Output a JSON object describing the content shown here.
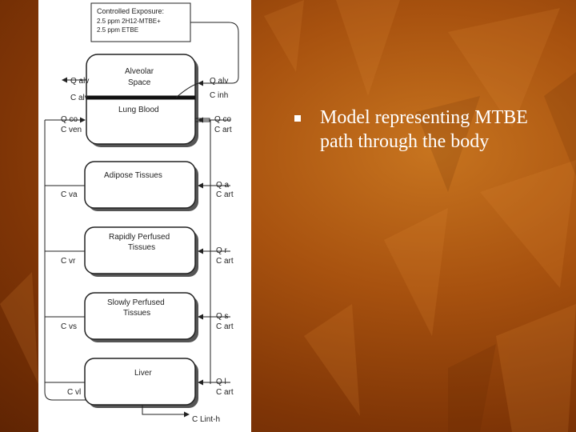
{
  "colors": {
    "background": "#a8520f",
    "diagram_bg": "#ffffff",
    "bullet_text": "#ffffff"
  },
  "diagram": {
    "exposure_box": {
      "title": "Controlled Exposure:",
      "line1": "2.5 ppm 2H12-MTBE+",
      "line2": "2.5 ppm ETBE"
    },
    "compartments": {
      "alveolar": "Alveolar",
      "space": "Space",
      "lung_blood": "Lung Blood",
      "adipose": "Adipose Tissues",
      "rapid_1": "Rapidly Perfused",
      "rapid_2": "Tissues",
      "slow_1": "Slowly Perfused",
      "slow_2": "Tissues",
      "liver": "Liver"
    },
    "labels": {
      "q_alv_left": "Q alv",
      "c_alv": "C alv",
      "q_alv_right": "Q alv",
      "c_inh": "C inh",
      "q_co_left": "Q co",
      "c_ven": "C ven",
      "q_co_right": "Q co",
      "c_art_lung": "C art",
      "c_va": "C va",
      "q_a": "Q a",
      "c_art_a": "C art",
      "c_vr": "C vr",
      "q_r": "Q r",
      "c_art_r": "C art",
      "c_vs": "C vs",
      "q_s": "Q s",
      "c_art_s": "C art",
      "c_vl": "C vl",
      "q_l": "Q l",
      "c_art_l": "C art",
      "c_lint": "C Lint-h"
    }
  },
  "bullet": {
    "text": "Model representing MTBE path through the body"
  }
}
